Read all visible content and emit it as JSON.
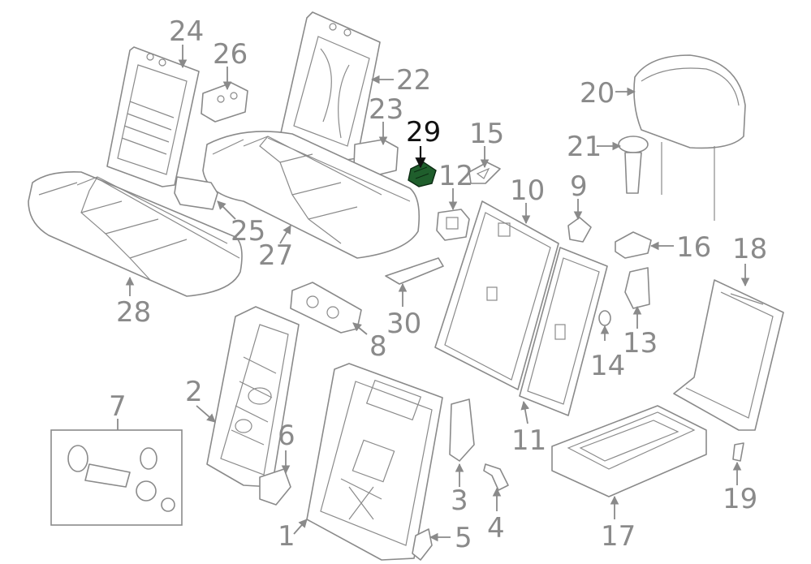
{
  "diagram": {
    "colors": {
      "line": "#8a8a8a",
      "highlight_text": "#111111",
      "highlight_part": "#1f5e2c"
    },
    "highlighted_callout": "29",
    "callouts": {
      "c1": "1",
      "c2": "2",
      "c3": "3",
      "c4": "4",
      "c5": "5",
      "c6": "6",
      "c7": "7",
      "c8": "8",
      "c9": "9",
      "c10": "10",
      "c11": "11",
      "c12": "12",
      "c13": "13",
      "c14": "14",
      "c15": "15",
      "c16": "16",
      "c17": "17",
      "c18": "18",
      "c19": "19",
      "c20": "20",
      "c21": "21",
      "c22": "22",
      "c23": "23",
      "c24": "24",
      "c25": "25",
      "c26": "26",
      "c27": "27",
      "c28": "28",
      "c29": "29",
      "c30": "30"
    }
  }
}
